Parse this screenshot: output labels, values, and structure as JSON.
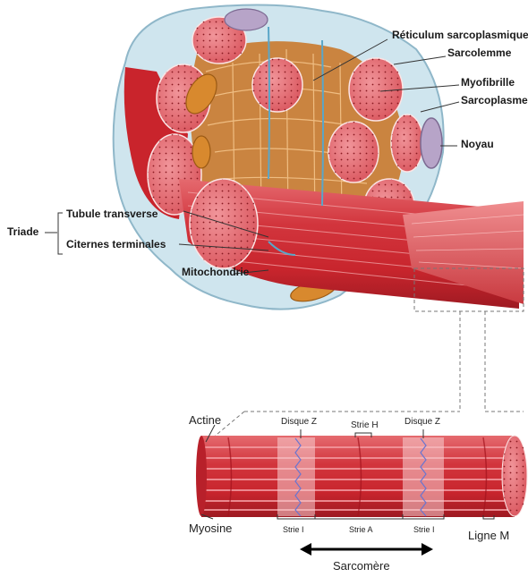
{
  "top_labels": {
    "reticulum": "Réticulum sarcoplasmique",
    "sarcolemme": "Sarcolemme",
    "myofibrille": "Myofibrille",
    "sarcoplasme": "Sarcoplasme",
    "noyau": "Noyau",
    "triade": "Triade",
    "tubule": "Tubule transverse",
    "citernes": "Citernes terminales",
    "mitochondrie": "Mitochondrie"
  },
  "bottom_labels": {
    "actine": "Actine",
    "disque_z_left": "Disque Z",
    "strie_h": "Strie H",
    "disque_z_right": "Disque Z",
    "myosine": "Myosine",
    "strie_i_left": "Strie I",
    "strie_a": "Strie A",
    "strie_i_right": "Strie I",
    "ligne_m": "Ligne M",
    "sarcomere": "Sarcomère"
  },
  "colors": {
    "muscle_red": "#c8323a",
    "myofibril_pink": "#e8727a",
    "sr_orange": "#c8782a",
    "membrane_blue": "#b9d8e6",
    "nucleus_purple": "#b7a4c8",
    "leader": "#333333"
  }
}
